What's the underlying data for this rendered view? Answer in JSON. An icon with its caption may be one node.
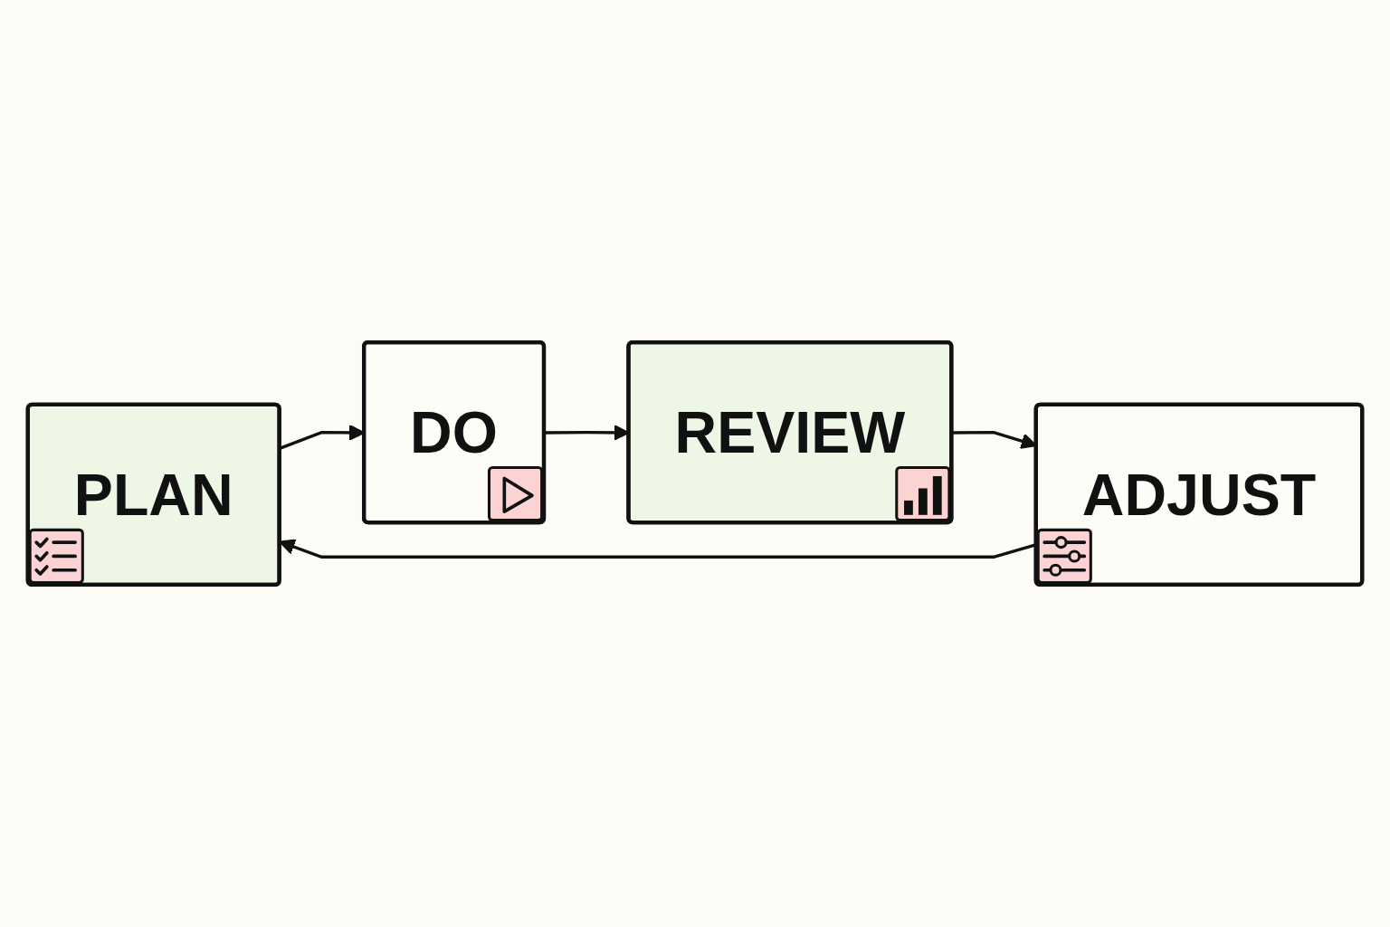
{
  "diagram": {
    "nodes": [
      {
        "text": [
          "PLAN"
        ]
      },
      {
        "text": [
          "DO"
        ]
      },
      {
        "text": [
          "REVIEW"
        ]
      },
      {
        "text": [
          "ADJUST"
        ]
      }
    ],
    "edges": [
      {
        "from": 0,
        "to": 1,
        "arrow": "to"
      },
      {
        "from": 1,
        "to": 2,
        "arrow": "to"
      },
      {
        "from": 2,
        "to": 3,
        "arrow": "to"
      },
      {
        "from": 3,
        "to": 0,
        "arrow": "to"
      }
    ]
  }
}
